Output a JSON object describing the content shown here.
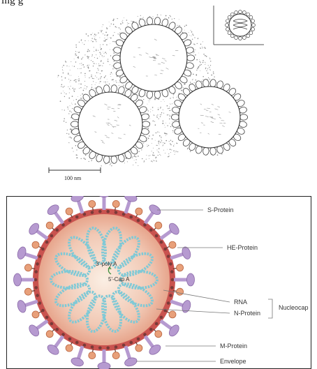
{
  "top_crop_text": "ing g",
  "micrograph": {
    "scale_bar_label": "100 nm"
  },
  "virus_diagram": {
    "labels": {
      "s_protein": "S-Protein",
      "he_protein": "HE-Protein",
      "rna": "RNA",
      "n_protein": "N-Protein",
      "nucleocapsid": "Nucleocap",
      "m_protein": "M-Protein",
      "envelope": "Envelope",
      "poly_a": "3'-poly A",
      "cap_a": "5'-Cap A"
    },
    "colors": {
      "spike": "#b69ad0",
      "spike_dark": "#8a6aa8",
      "he_protein": "#e8a07a",
      "envelope_outer": "#c9534f",
      "envelope_inner": "#f1c9b5",
      "rna": "#7fc9d6",
      "label_line": "#777777",
      "arrow_green": "#3d8f3d"
    }
  }
}
